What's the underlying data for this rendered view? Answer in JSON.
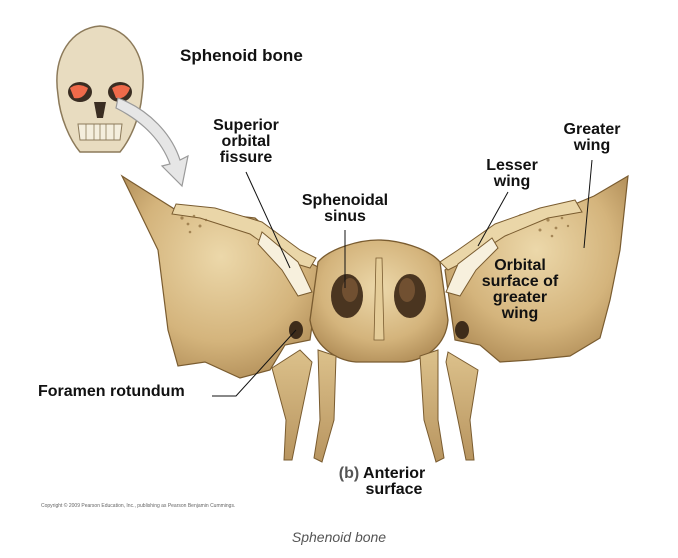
{
  "title": "Sphenoid bone",
  "labels": {
    "superior_orbital_fissure": [
      "Superior",
      "orbital",
      "fissure"
    ],
    "sphenoidal_sinus": [
      "Sphenoidal",
      "sinus"
    ],
    "lesser_wing": [
      "Lesser",
      "wing"
    ],
    "greater_wing": [
      "Greater",
      "wing"
    ],
    "orbital_surface": [
      "Orbital",
      "surface of",
      "greater",
      "wing"
    ],
    "foramen_rotundum": "Foramen rotundum",
    "view_part": "(b)",
    "view_name": [
      "Anterior",
      "surface"
    ]
  },
  "copyright": "Copyright © 2009 Pearson Education, Inc., publishing as Pearson Benjamin Cummings.",
  "caption": "Sphenoid bone",
  "colors": {
    "bone_fill": "#d8bf8a",
    "bone_shadow": "#9c7a44",
    "bone_highlight": "#f1e2bd",
    "sinus_dark": "#4a3520",
    "highlight_orbit": "#ef6a4a",
    "leader_line": "#111111",
    "arrow_fill": "#e6e6e6"
  }
}
